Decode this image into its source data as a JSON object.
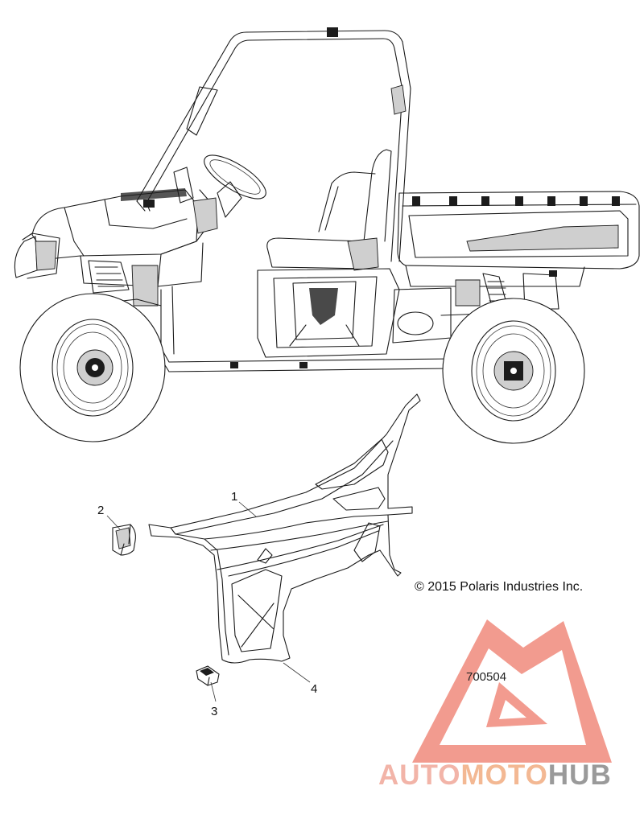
{
  "callouts": [
    {
      "id": "1",
      "text": "1"
    },
    {
      "id": "2",
      "text": "2"
    },
    {
      "id": "3",
      "text": "3"
    },
    {
      "id": "4",
      "text": "4"
    }
  ],
  "copyright": "© 2015 Polaris Industries Inc.",
  "drawing_number": "700504",
  "watermark": {
    "part1": "AUTO",
    "part2": "MOTO",
    "part3": "HUB",
    "colors": {
      "logo": "#f08a7c",
      "auto": "#f2b4a8",
      "moto": "#f3b893",
      "hub": "#9a9a9a"
    }
  }
}
